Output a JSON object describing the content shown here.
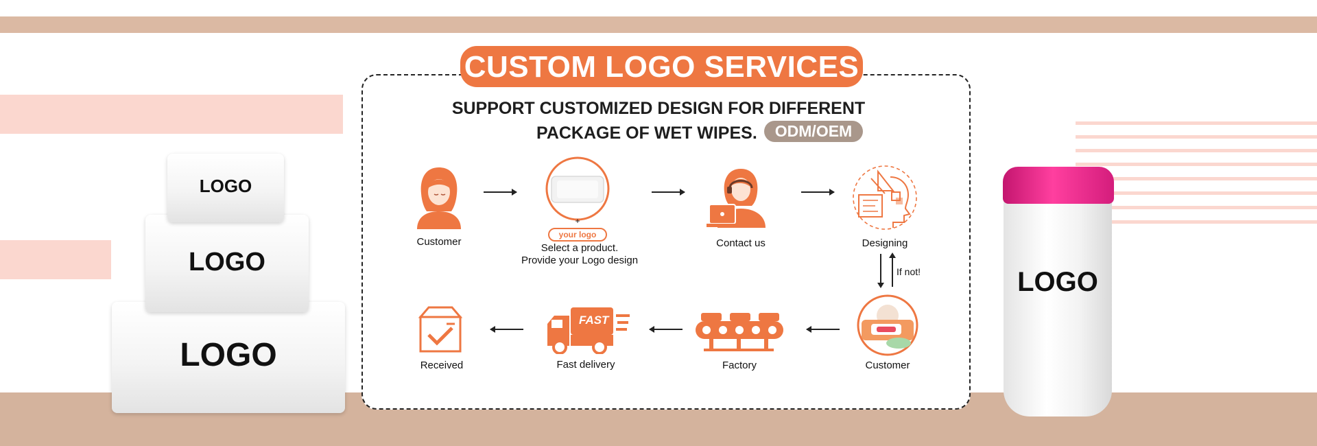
{
  "banner": {
    "title": "CUSTOM LOGO SERVICES",
    "subtitle_line1": "SUPPORT CUSTOMIZED DESIGN FOR DIFFERENT",
    "subtitle_line2": "PACKAGE OF WET WIPES.",
    "badge": "ODM/OEM"
  },
  "products": {
    "small_pack_logo": "LOGO",
    "medium_pack_logo": "LOGO",
    "large_pack_logo": "LOGO",
    "canister_logo": "LOGO"
  },
  "steps": {
    "customer": "Customer",
    "select_product_line1": "Select a product.",
    "select_product_line2": "Provide your Logo design",
    "plus": "+",
    "your_logo": "your logo",
    "contact_us": "Contact us",
    "designing": "Designing",
    "if_not": "If not!",
    "customer_2": "Customer",
    "factory": "Factory",
    "fast_delivery": "Fast delivery",
    "fast_label": "FAST",
    "received": "Received"
  },
  "colors": {
    "accent": "#ee7742",
    "badge": "#a9978b",
    "band": "#dbb9a3",
    "floor": "#d4b39d",
    "pink_stripe": "#fbd7cf",
    "canister_cap": "#e0247f"
  },
  "icons": [
    "customer-icon",
    "product-icon",
    "contact-icon",
    "designing-icon",
    "customer-product-icon",
    "factory-icon",
    "delivery-truck-icon",
    "received-box-icon"
  ]
}
